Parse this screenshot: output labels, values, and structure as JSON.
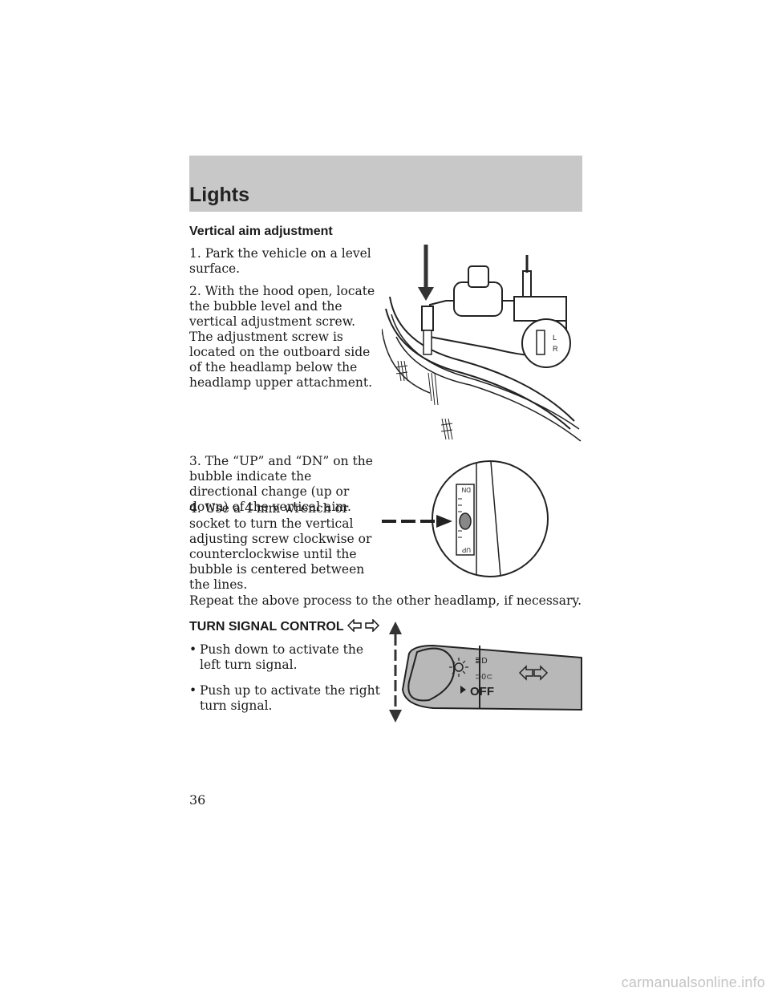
{
  "header": {
    "title": "Lights"
  },
  "vertical_aim": {
    "heading": "Vertical aim adjustment",
    "step1": "1. Park the vehicle on a level surface.",
    "step2": "2. With the hood open, locate the bubble level and the vertical adjustment screw. The adjustment screw is located on the outboard side of the headlamp below the headlamp upper attachment.",
    "step3": "3. The “UP” and “DN” on the bubble indicate the directional change (up or down) of the vertical aim.",
    "step4": "4. Use a 4 mm wrench or socket to turn the vertical adjusting screw clockwise or counterclockwise until the bubble is centered between the lines.",
    "repeat": "Repeat the above process to the other headlamp, if necessary."
  },
  "figures": {
    "headlamp_label_l": "L",
    "headlamp_label_r": "R",
    "bubble_label_dn": "DN",
    "bubble_label_up": "UP",
    "stalk_label_off": "OFF"
  },
  "turn_signal": {
    "heading": "TURN SIGNAL CONTROL",
    "icon": "turn-signal-arrows-icon",
    "bullet_char": "•",
    "bullets": [
      "Push down to activate the left turn signal.",
      "Push up to activate the right turn signal."
    ]
  },
  "page_number": "36",
  "footer_watermark": "carmanualsonline.info",
  "colors": {
    "header_band": "#c8c8c8",
    "stalk_gray": "#b8b8b8",
    "watermark": "#c4c4c4"
  }
}
